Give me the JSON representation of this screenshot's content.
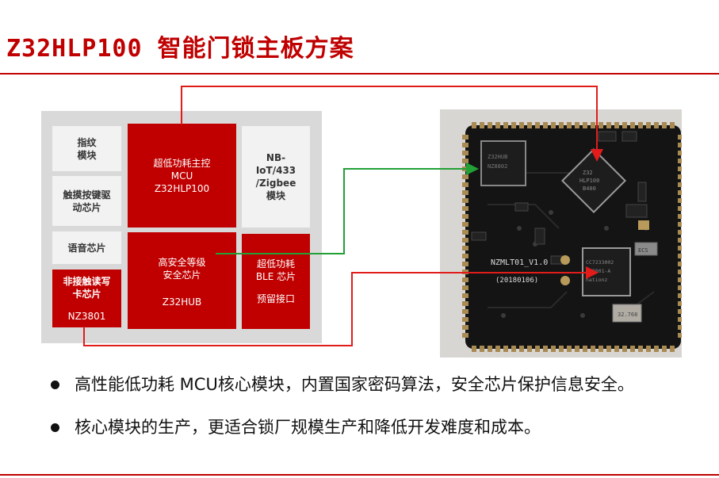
{
  "title": "Z32HLP100 智能门锁主板方案",
  "blocks": {
    "fingerprint": [
      "指纹",
      "模块"
    ],
    "touch": [
      "触摸按键驱",
      "动芯片"
    ],
    "voice": "语音芯片",
    "card": [
      "非接触读写",
      "卡芯片",
      "NZ3801"
    ],
    "mcu": [
      "超低功耗主控",
      "MCU",
      "Z32HLP100"
    ],
    "radio": [
      "NB-",
      "IoT/433",
      "/Zigbee",
      "模块"
    ],
    "secure": [
      "高安全等级",
      "安全芯片",
      "Z32HUB"
    ],
    "ble": [
      "超低功耗",
      "BLE 芯片",
      "预留接口"
    ]
  },
  "pcb": {
    "label": "NZMLT01_V1.0",
    "date": "(20180106)",
    "chip_main": [
      "Z32",
      "HLP100",
      "B400"
    ],
    "chip_left": [
      "Z32HUB",
      "NZ8802"
    ],
    "chip_right": [
      "CC7233002",
      "NZ8801-A",
      "nationz"
    ],
    "crystal": "32.768",
    "crystal2": "ECS"
  },
  "bullets": [
    "高性能低功耗 MCU核心模块，内置国家密码算法，安全芯片保护信息安全。",
    "核心模块的生产，更适合锁厂规模生产和降低开发难度和成本。"
  ],
  "colors": {
    "accent": "#c00000",
    "line_red": "#e21b1b",
    "line_green": "#22a036"
  }
}
